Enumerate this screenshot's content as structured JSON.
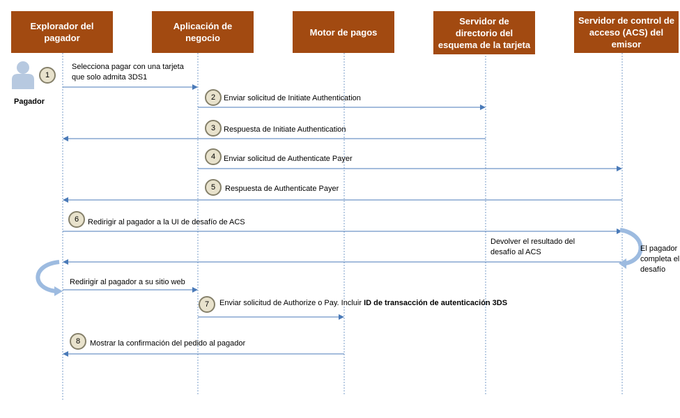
{
  "colors": {
    "header_bg": "#a24a11",
    "header_text": "#ffffff",
    "arrow": "#4a7ab8",
    "lifeline": "#7a9cc8",
    "badge_fill": "#e8e2cc",
    "badge_border": "#85806a",
    "actor": "#b7c9e0"
  },
  "participants": [
    "Explorador del pagador",
    "Aplicación de negocio",
    "Motor de pagos",
    "Servidor de directorio del esquema de la tarjeta",
    "Servidor de control de acceso (ACS) del emisor"
  ],
  "actor": {
    "label": "Pagador",
    "icon": "person-icon"
  },
  "steps": {
    "s1": {
      "num": "1",
      "text": "Selecciona pagar con una tarjeta que solo admita 3DS1"
    },
    "s2": {
      "num": "2",
      "text": "Enviar solicitud de Initiate Authentication"
    },
    "s3": {
      "num": "3",
      "text": "Respuesta de Initiate Authentication"
    },
    "s4": {
      "num": "4",
      "text": "Enviar solicitud de Authenticate Payer"
    },
    "s5": {
      "num": "5",
      "text": "Respuesta de Authenticate Payer"
    },
    "s6": {
      "num": "6",
      "text": "Redirigir al pagador a la UI de desafío de ACS"
    },
    "acs_return": "Devolver el resultado del desafío al ACS",
    "challenge": "El pagador completa el desafío",
    "redirect_site": "Redirigir al pagador a su sitio web",
    "s7": {
      "num": "7",
      "text": "Enviar solicitud de Authorize o Pay. Incluir",
      "bold": "ID de transacción de autenticación 3DS"
    },
    "s8": {
      "num": "8",
      "text": "Mostrar la confirmación del pedido al pagador"
    }
  }
}
